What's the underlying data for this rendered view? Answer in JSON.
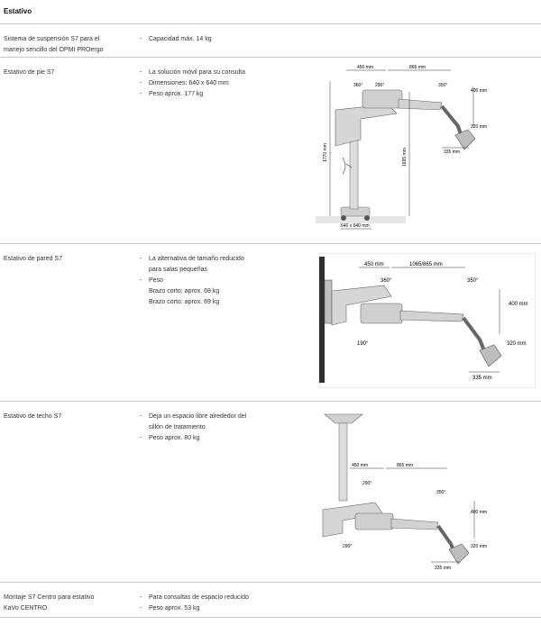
{
  "header": {
    "title": "Estativo"
  },
  "rows": [
    {
      "label": [
        "Sistema de suspensión S7 para el",
        "manejo sencillo del OPMI PROergo"
      ],
      "specs": [
        {
          "bullet": "-",
          "text": "Capacidad máx. 14 kg"
        }
      ]
    },
    {
      "label": [
        "Estativo de pie S7"
      ],
      "specs": [
        {
          "bullet": "-",
          "text": "La solución móvil para su consulta"
        },
        {
          "bullet": "-",
          "text": "Dimensiones: 640 x 640 mm"
        },
        {
          "bullet": "-",
          "text": "Peso aprox. 177 kg"
        }
      ],
      "figure": {
        "labels": [
          "450 mm",
          "865 mm",
          "360°",
          "290°",
          "350°",
          "400 mm",
          "320 mm",
          "335 mm",
          "1770 mm",
          "1695 mm",
          "640 x 640 mm"
        ]
      }
    },
    {
      "label": [
        "Estativo de pared S7"
      ],
      "specs": [
        {
          "bullet": "-",
          "text": "La alternativa de tamaño reducido"
        },
        {
          "bullet": "",
          "text": "para salas pequeñas"
        },
        {
          "bullet": "-",
          "text": "Peso"
        },
        {
          "bullet": "",
          "text": "Brazo corto: aprox. 68 kg"
        },
        {
          "bullet": "",
          "text": "Brazo corto: aprox. 69 kg"
        }
      ],
      "figure": {
        "labels": [
          "450 mm",
          "1065/865 mm",
          "360°",
          "350°",
          "400 mm",
          "190°",
          "320 mm",
          "335 mm"
        ]
      }
    },
    {
      "label": [
        "Estativo de techo S7"
      ],
      "specs": [
        {
          "bullet": "-",
          "text": "Deja un espacio libre alrededor del"
        },
        {
          "bullet": "",
          "text": "sillón de tratamiento"
        },
        {
          "bullet": "-",
          "text": "Peso aprox. 80 kg"
        }
      ],
      "figure": {
        "labels": [
          "450 mm",
          "865 mm",
          "290°",
          "350°",
          "400 mm",
          "290°",
          "320 mm",
          "335 mm"
        ]
      }
    },
    {
      "label": [
        "Montaje S7 Centro para estativo",
        "KaVo CENTRO"
      ],
      "specs": [
        {
          "bullet": "-",
          "text": "Para consultas de espacio reducido"
        },
        {
          "bullet": "-",
          "text": "Peso aprox. 53 kg"
        }
      ]
    }
  ]
}
